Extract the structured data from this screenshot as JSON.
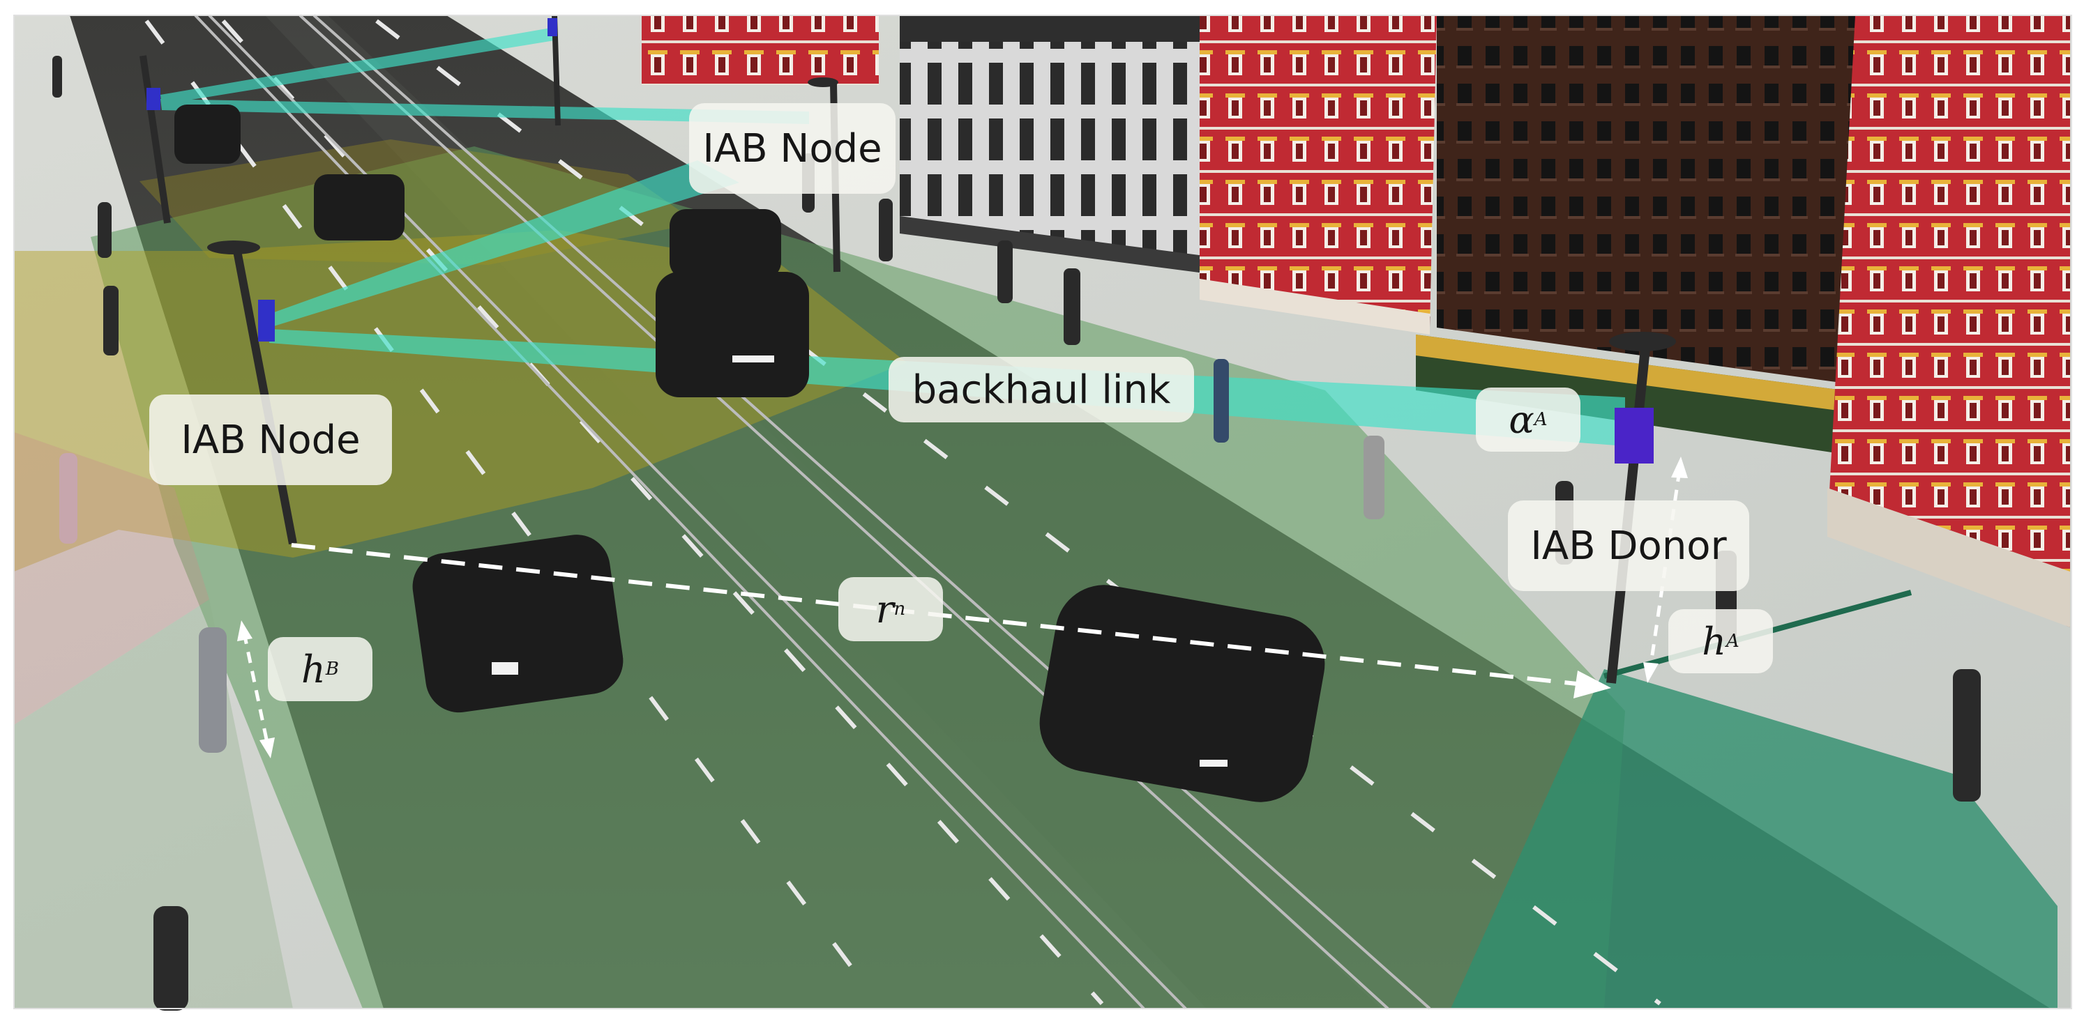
{
  "labels": {
    "iab_node_top": "IAB Node",
    "iab_node_left": "IAB Node",
    "backhaul_link": "backhaul link",
    "iab_donor": "IAB Donor",
    "alpha_main": "α",
    "alpha_sub": "A",
    "r_main": "r",
    "r_sub": "n",
    "hb_main": "h",
    "hb_sub": "B",
    "ha_main": "h",
    "ha_sub": "A"
  },
  "colors": {
    "beam": "#3fe0c8",
    "coverage_node": "#b4a020",
    "coverage_donor": "#2f8f6e",
    "coverage_road": "#5f9a5f",
    "building_red": "#c62a35",
    "building_brown": "#4a2a1c",
    "road": "#3d3d3a",
    "sidewalk": "#cfd3cf",
    "node_box": "#3030c8",
    "car": "#1c1c1c"
  },
  "icons": [
    "street-lamp-icon",
    "iab-radio-unit-icon",
    "car-icon",
    "pedestrian-icon"
  ]
}
